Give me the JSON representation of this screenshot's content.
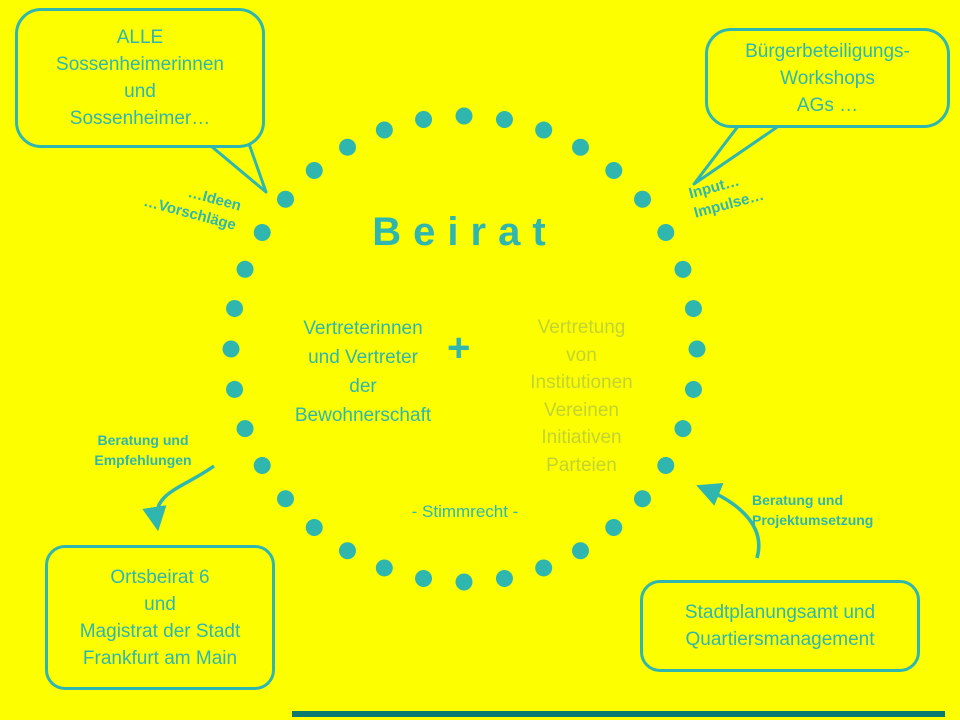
{
  "circle": {
    "title": "Beirat",
    "plus": "+",
    "voting_note": "- Stimmrecht -",
    "left_group": [
      "Vertreterinnen",
      "und Vertreter",
      "der",
      "Bewohnerschaft"
    ],
    "right_group": [
      "Vertretung",
      "von",
      "Institutionen",
      "Vereinen",
      "Initiativen",
      "Parteien"
    ]
  },
  "bubbles": {
    "top_left": [
      "ALLE",
      "Sossenheimerinnen",
      "und",
      "Sossenheimer…"
    ],
    "top_right": [
      "Bürgerbeteiligungs-",
      "Workshops",
      "AGs …"
    ],
    "bottom_left": [
      "Ortsbeirat 6",
      "und",
      "Magistrat der Stadt",
      "Frankfurt am Main"
    ],
    "bottom_right": [
      "Stadtplanungsamt und",
      "Quartiersmanagement"
    ]
  },
  "labels": {
    "ideen": [
      "…Ideen",
      "…Vorschläge"
    ],
    "input": [
      "Input…",
      "Impulse…"
    ],
    "beratung_links": [
      "Beratung und",
      "Empfehlungen"
    ],
    "beratung_rechts": [
      "Beratung und",
      "Projektumsetzung"
    ]
  },
  "colors": {
    "background": "#FDFF00",
    "teal": "#2FB7AF",
    "green_text": "#C2D430",
    "bottom_bar": "#0D7A72"
  }
}
